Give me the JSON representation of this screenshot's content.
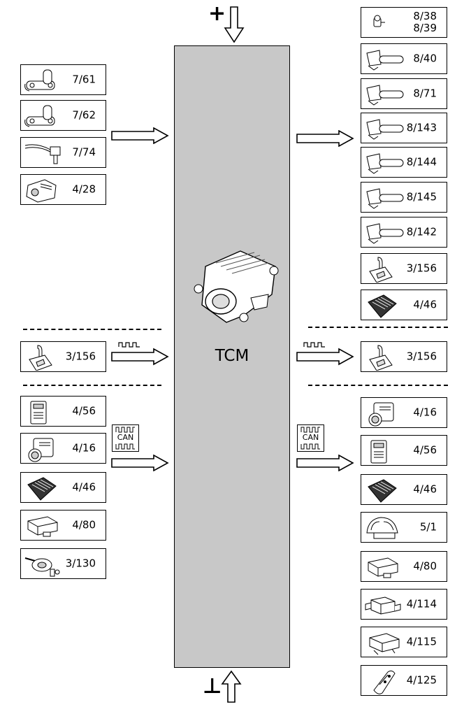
{
  "center": {
    "label": "TCM"
  },
  "top_symbol": "+",
  "bottom_symbol": "⊥",
  "left_groups": [
    {
      "items": [
        {
          "label": "7/61",
          "icon": "pressure-sensor-icon"
        },
        {
          "label": "7/62",
          "icon": "pressure-sensor-icon"
        },
        {
          "label": "7/74",
          "icon": "wired-sensor-icon"
        },
        {
          "label": "4/28",
          "icon": "control-module-icon"
        }
      ]
    },
    {
      "items": [
        {
          "label": "3/156",
          "icon": "gear-selector-icon"
        }
      ]
    },
    {
      "items": [
        {
          "label": "4/56",
          "icon": "narrow-module-icon"
        },
        {
          "label": "4/16",
          "icon": "cylinder-module-icon"
        },
        {
          "label": "4/46",
          "icon": "finned-ecu-icon"
        },
        {
          "label": "4/80",
          "icon": "airbag-module-icon"
        },
        {
          "label": "3/130",
          "icon": "steering-switch-icon"
        }
      ]
    }
  ],
  "right_groups": [
    {
      "items": [
        {
          "label": "8/38\n8/39",
          "icon": "small-solenoid-icon"
        },
        {
          "label": "8/40",
          "icon": "solenoid-icon"
        },
        {
          "label": "8/71",
          "icon": "solenoid-icon"
        },
        {
          "label": "8/143",
          "icon": "solenoid-icon"
        },
        {
          "label": "8/144",
          "icon": "solenoid-icon"
        },
        {
          "label": "8/145",
          "icon": "solenoid-icon"
        },
        {
          "label": "8/142",
          "icon": "solenoid-icon"
        },
        {
          "label": "3/156",
          "icon": "gear-selector-icon"
        },
        {
          "label": "4/46",
          "icon": "finned-ecu-icon"
        }
      ]
    },
    {
      "items": [
        {
          "label": "3/156",
          "icon": "gear-selector-icon"
        }
      ]
    },
    {
      "items": [
        {
          "label": "4/16",
          "icon": "cylinder-module-icon"
        },
        {
          "label": "4/56",
          "icon": "narrow-module-icon"
        },
        {
          "label": "4/46",
          "icon": "finned-ecu-icon"
        },
        {
          "label": "5/1",
          "icon": "instrument-cluster-icon"
        },
        {
          "label": "4/80",
          "icon": "airbag-module-icon"
        },
        {
          "label": "4/114",
          "icon": "bracket-module-icon"
        },
        {
          "label": "4/115",
          "icon": "flat-module-icon"
        },
        {
          "label": "4/125",
          "icon": "key-fob-icon"
        }
      ]
    }
  ],
  "can_label": "CAN"
}
